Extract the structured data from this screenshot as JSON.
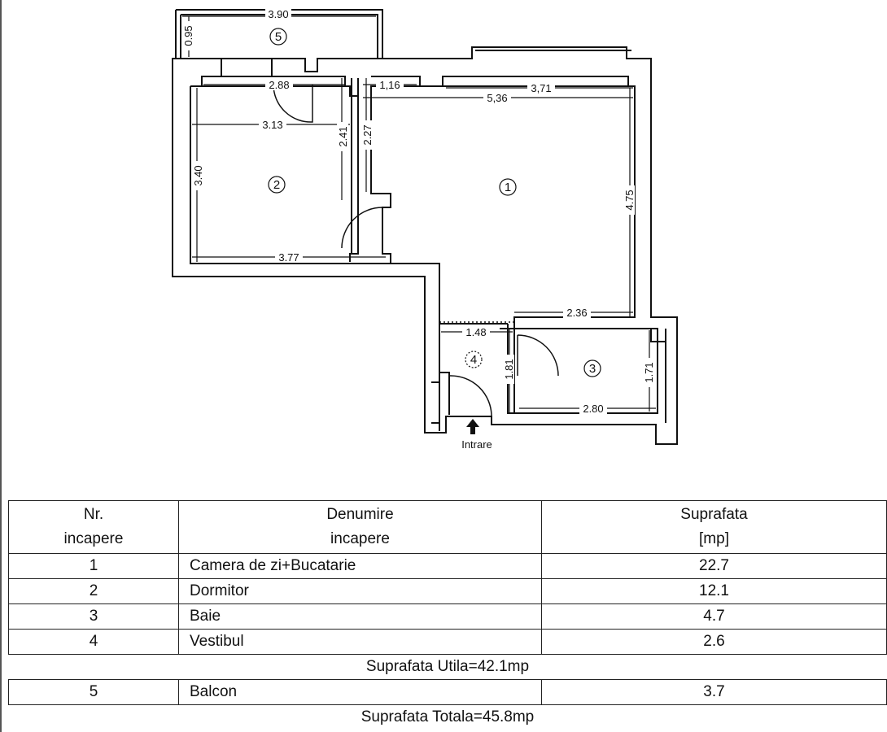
{
  "plan": {
    "dims": {
      "balcony_width": "3.90",
      "balcony_depth": "0.95",
      "bed_top": "2.88",
      "bed_mid": "3.13",
      "bed_bottom": "3.77",
      "bed_height": "3.40",
      "bed_inner": "2.41",
      "living_left_height": "2.27",
      "living_top_small": "1,16",
      "living_top_window": "3,71",
      "living_width": "5,36",
      "living_height": "4.75",
      "living_bottom": "2.36",
      "hall_width": "1.48",
      "hall_height": "1.81",
      "bath_width": "2.80",
      "bath_height": "1.71"
    },
    "rooms": [
      "1",
      "2",
      "3",
      "4",
      "5"
    ],
    "entrance_label": "Intrare"
  },
  "table": {
    "headers": {
      "nr_line1": "Nr.",
      "nr_line2": "incapere",
      "name_line1": "Denumire",
      "name_line2": "incapere",
      "area_line1": "Suprafata",
      "area_line2": "[mp]"
    },
    "rows": [
      {
        "nr": "1",
        "name": "Camera de zi+Bucatarie",
        "area": "22.7"
      },
      {
        "nr": "2",
        "name": "Dormitor",
        "area": "12.1"
      },
      {
        "nr": "3",
        "name": "Baie",
        "area": "4.7"
      },
      {
        "nr": "4",
        "name": "Vestibul",
        "area": "2.6"
      }
    ],
    "useful_total": "Suprafata Utila=42.1mp",
    "balcony_row": {
      "nr": "5",
      "name": "Balcon",
      "area": "3.7"
    },
    "grand_total": "Suprafata Totala=45.8mp"
  }
}
